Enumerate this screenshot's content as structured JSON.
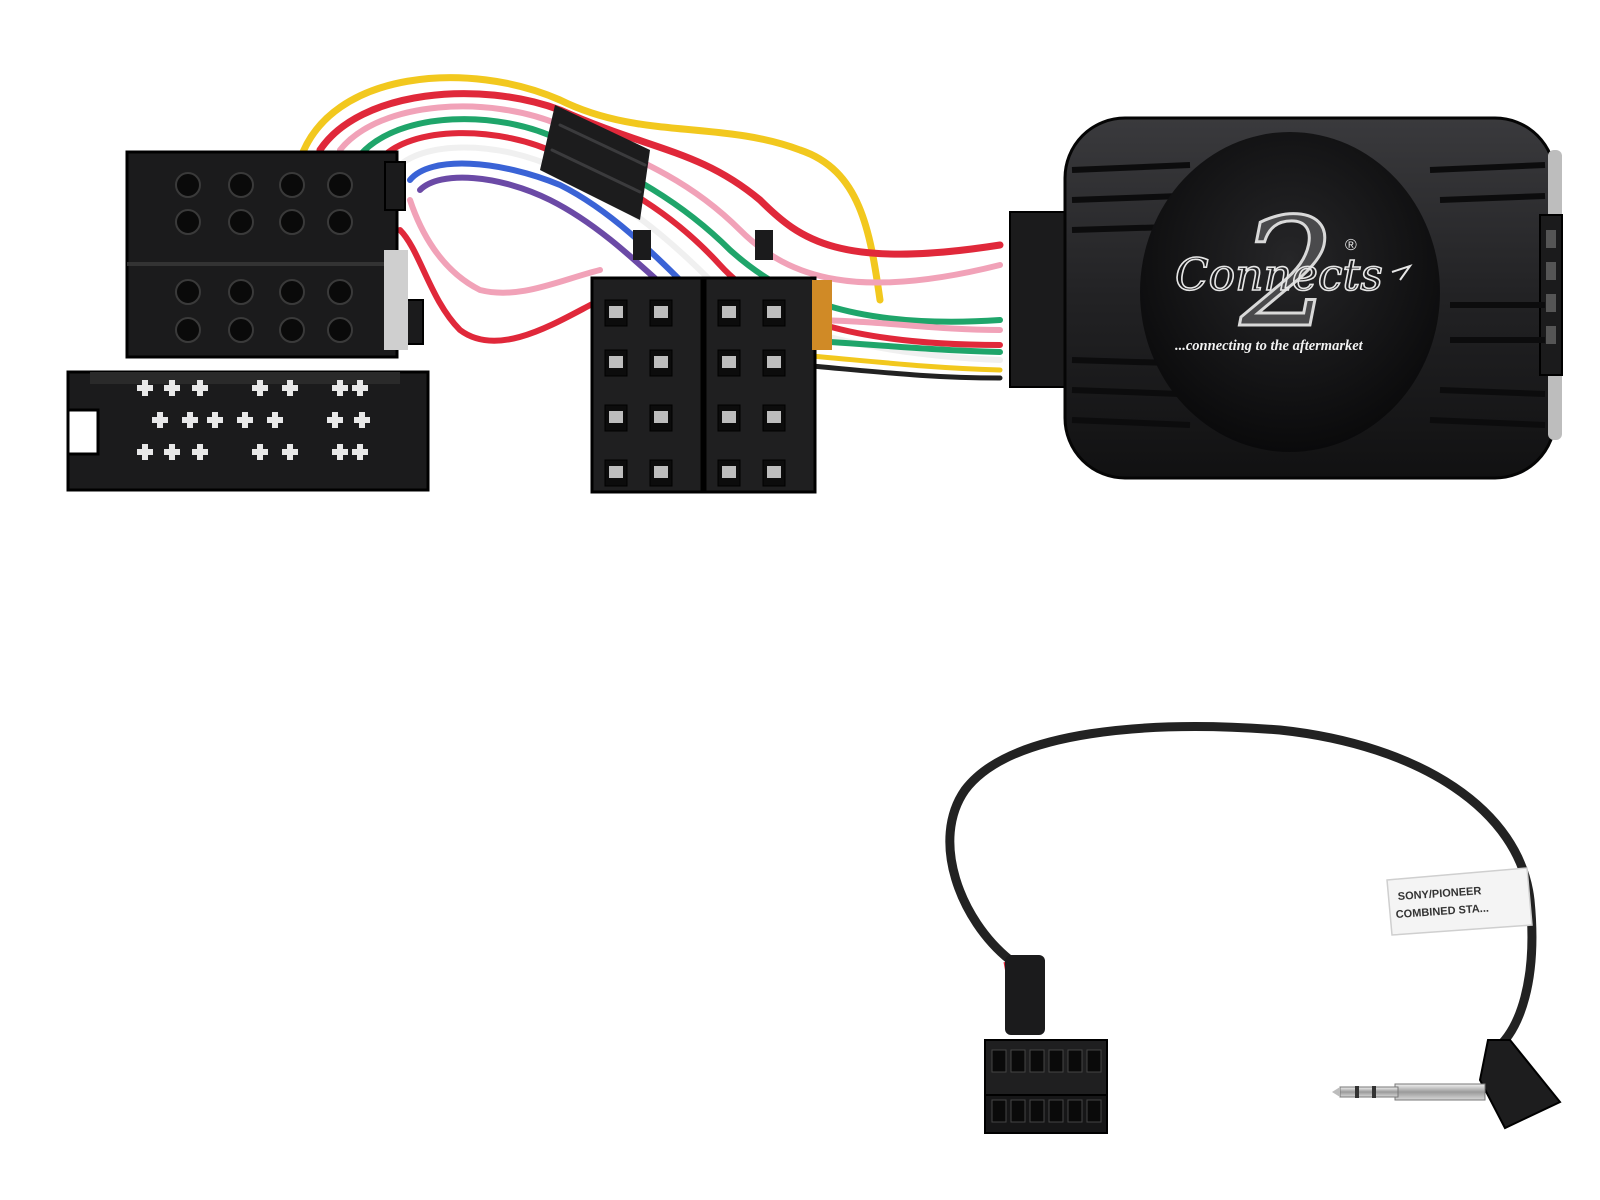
{
  "logo": {
    "numeral": "2",
    "wordmark": "Connects",
    "registered_mark": "®",
    "tagline": "...connecting to the aftermarket"
  },
  "cable_label": {
    "line1": "SONY/PIONEER",
    "line2": "COMBINED STA..."
  },
  "colors": {
    "background": "#ffffff",
    "housing": "#1e1e20",
    "wire_yellow": "#f2c81e",
    "wire_red": "#e0283a",
    "wire_pink": "#f1a2b8",
    "wire_green": "#1fa56a",
    "wire_blue": "#3a63d6",
    "wire_white": "#f0f0f0",
    "wire_purple": "#6b4aa6",
    "cable_black": "#222222"
  }
}
